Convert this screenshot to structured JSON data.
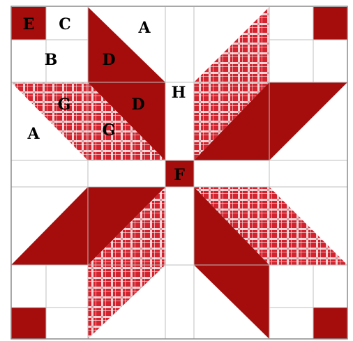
{
  "colors": {
    "red": "#a50d0d",
    "white": "#ffffff",
    "seam": "#bfbfbf",
    "border": "#8c8c8c",
    "plaid_base": "#d4232e",
    "plaid_band": "#f7f2f2",
    "plaid_dark": "#8e1018",
    "text": "#000000"
  },
  "block": {
    "title": "Star quilt block with lettered pieces",
    "pieces": [
      "A",
      "B",
      "C",
      "D",
      "E",
      "F",
      "G",
      "H"
    ]
  },
  "labels": {
    "E": "E",
    "C": "C",
    "A_top": "A",
    "B": "B",
    "D_upper": "D",
    "H": "H",
    "G_upper": "G",
    "D_lower": "D",
    "A_left": "A",
    "G_lower": "G",
    "F": "F"
  }
}
